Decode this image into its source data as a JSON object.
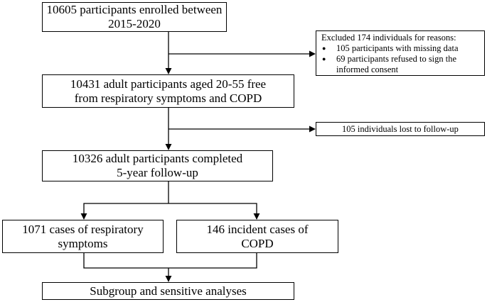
{
  "flowchart": {
    "enrolled": {
      "lines": [
        "10605 participants enrolled between",
        "2015-2020"
      ]
    },
    "excluded": {
      "title": "Excluded 174 individuals for reasons:",
      "reasons": [
        [
          "105 participants with missing data"
        ],
        [
          "69 participants refused to sign the",
          "informed consent"
        ]
      ]
    },
    "adults": {
      "lines": [
        "10431 adult participants aged 20-55 free",
        "from respiratory symptoms and COPD"
      ]
    },
    "lost": {
      "lines": [
        "105 individuals lost to follow-up"
      ]
    },
    "completed": {
      "lines": [
        "10326 adult participants completed",
        "5-year follow-up"
      ]
    },
    "respiratory": {
      "lines": [
        "1071 cases of respiratory",
        "symptoms"
      ]
    },
    "copd": {
      "lines": [
        "146 incident cases of",
        "COPD"
      ]
    },
    "analyses": {
      "lines": [
        "Subgroup and sensitive analyses"
      ]
    }
  }
}
